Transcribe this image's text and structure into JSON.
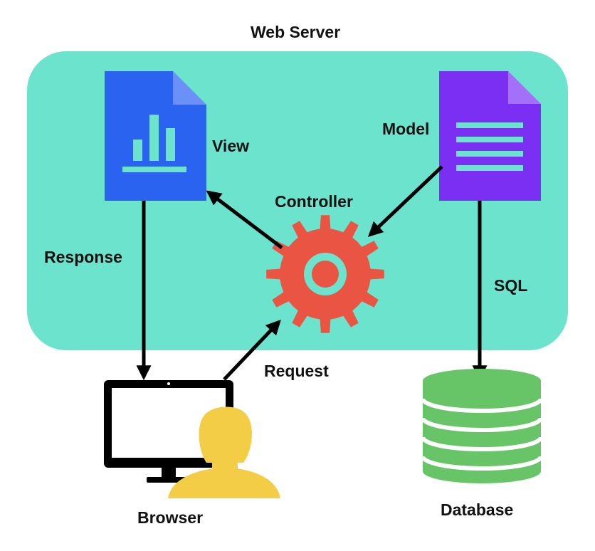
{
  "labels": {
    "web_server": "Web Server",
    "view": "View",
    "model": "Model",
    "controller": "Controller",
    "response": "Response",
    "sql": "SQL",
    "request": "Request",
    "browser": "Browser",
    "database": "Database"
  },
  "colors": {
    "server_box": "#6ce3cd",
    "view_doc": "#2a63f0",
    "model_doc": "#7b2ff2",
    "gear": "#e95542",
    "database": "#67c467",
    "person": "#f3cd45",
    "arrows": "#000000"
  },
  "icons": {
    "view": "chart-document-icon",
    "model": "text-document-icon",
    "controller": "gear-icon",
    "browser": "monitor-icon",
    "user": "person-icon",
    "database": "database-icon"
  }
}
